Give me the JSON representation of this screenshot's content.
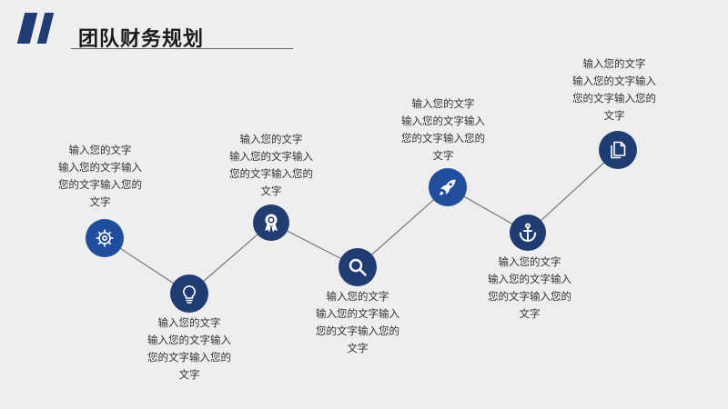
{
  "title": "团队财务规划",
  "colors": {
    "dark_node": "#1f3c73",
    "bright_node": "#1f4e9f",
    "line": "#7f7f7f",
    "background": "#eeeeef"
  },
  "steps": [
    {
      "icon": "gear-icon",
      "lines": [
        "输入您的文字",
        "输入您的文字输入",
        "您的文字输入您的",
        "文字"
      ]
    },
    {
      "icon": "lightbulb-icon",
      "lines": [
        "输入您的文字",
        "输入您的文字输入",
        "您的文字输入您的",
        "文字"
      ]
    },
    {
      "icon": "award-ribbon-icon",
      "lines": [
        "输入您的文字",
        "输入您的文字输入",
        "您的文字输入您的",
        "文字"
      ]
    },
    {
      "icon": "magnifier-icon",
      "lines": [
        "输入您的文字",
        "输入您的文字输入",
        "您的文字输入您的",
        "文字"
      ]
    },
    {
      "icon": "rocket-icon",
      "lines": [
        "输入您的文字",
        "输入您的文字输入",
        "您的文字输入您的",
        "文字"
      ]
    },
    {
      "icon": "anchor-icon",
      "lines": [
        "输入您的文字",
        "输入您的文字输入",
        "您的文字输入您的",
        "文字"
      ]
    },
    {
      "icon": "documents-icon",
      "lines": [
        "输入您的文字",
        "输入您的文字输入",
        "您的文字输入您的",
        "文字"
      ]
    }
  ]
}
